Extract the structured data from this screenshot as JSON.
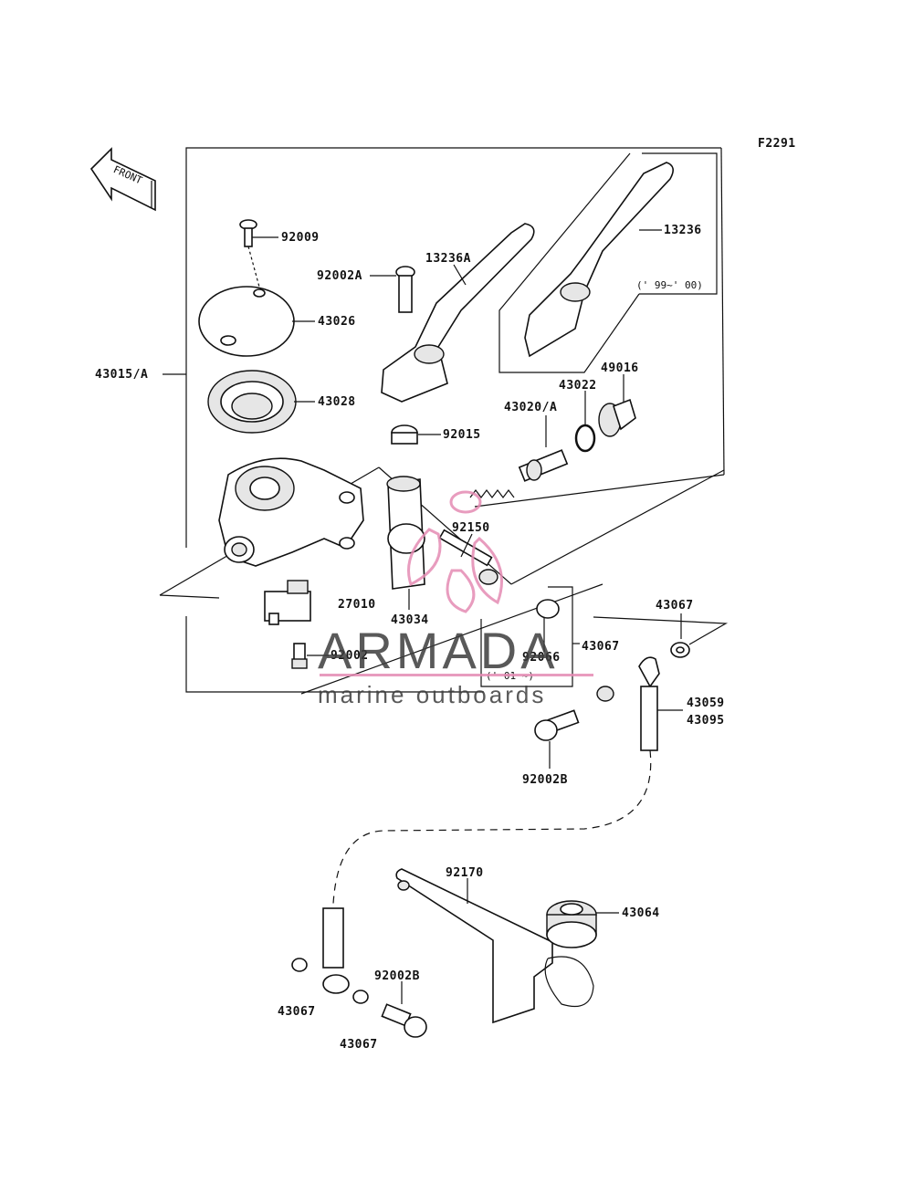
{
  "figure_code": "F2291",
  "front_arrow": "FRONT",
  "parts": [
    {
      "id": "p-92009",
      "label": "92009"
    },
    {
      "id": "p-92002A",
      "label": "92002A"
    },
    {
      "id": "p-13236A",
      "label": "13236A"
    },
    {
      "id": "p-13236",
      "label": "13236"
    },
    {
      "id": "p-43026",
      "label": "43026"
    },
    {
      "id": "p-43015A",
      "label": "43015/A"
    },
    {
      "id": "p-43028",
      "label": "43028"
    },
    {
      "id": "p-92015",
      "label": "92015"
    },
    {
      "id": "p-43022",
      "label": "43022"
    },
    {
      "id": "p-49016",
      "label": "49016"
    },
    {
      "id": "p-43020A",
      "label": "43020/A"
    },
    {
      "id": "p-92150",
      "label": "92150"
    },
    {
      "id": "p-27010",
      "label": "27010"
    },
    {
      "id": "p-43034",
      "label": "43034"
    },
    {
      "id": "p-92002",
      "label": "92002"
    },
    {
      "id": "p-92066",
      "label": "92066"
    },
    {
      "id": "p-43067a",
      "label": "43067"
    },
    {
      "id": "p-43067b",
      "label": "43067"
    },
    {
      "id": "p-43059",
      "label": "43059"
    },
    {
      "id": "p-43095",
      "label": "43095"
    },
    {
      "id": "p-92002B",
      "label": "92002B"
    },
    {
      "id": "p-92170",
      "label": "92170"
    },
    {
      "id": "p-43064",
      "label": "43064"
    },
    {
      "id": "p-43067c",
      "label": "43067"
    },
    {
      "id": "p-92002B2",
      "label": "92002B"
    },
    {
      "id": "p-43067d",
      "label": "43067"
    }
  ],
  "year_notes": {
    "y99_00": "(' 99~' 00)",
    "y01": "(' 01 ~)"
  },
  "watermark": {
    "brand": "ARMADA",
    "tagline": "marine outboards",
    "accent_color": "#e58bb3"
  }
}
